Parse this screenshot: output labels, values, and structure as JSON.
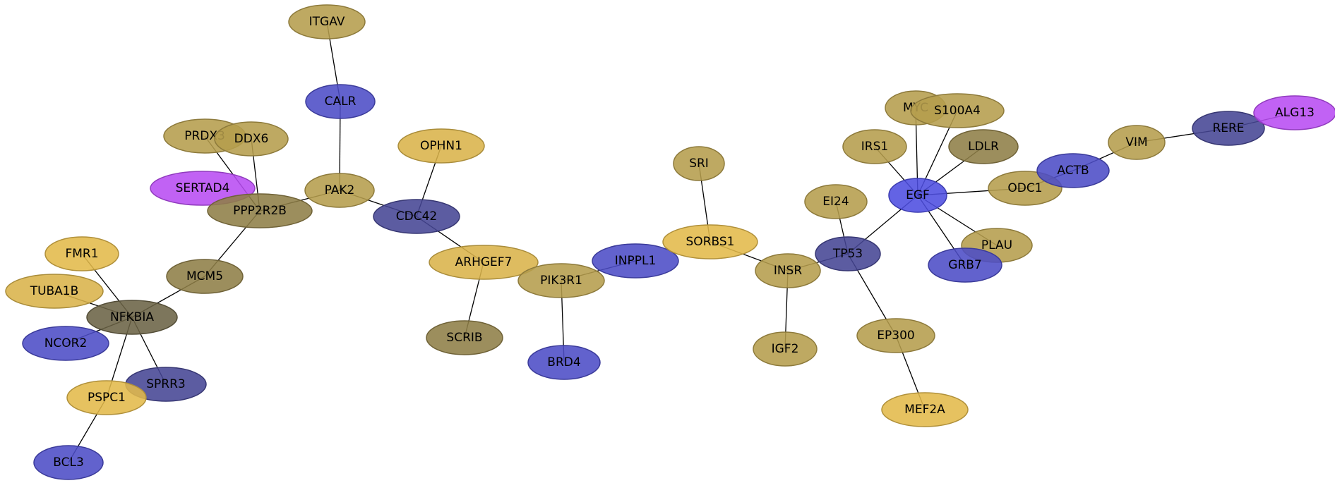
{
  "palette": {
    "gold": "#d9b34a",
    "khaki": "#b59d4c",
    "olive": "#8e7e47",
    "dark_olive": "#6b6346",
    "blue": "#4c4cc6",
    "slate_blue": "#464694",
    "bright_blue": "#4d4de0",
    "magenta": "#b84cf2",
    "yellow": "#e2b94a"
  },
  "nodes": [
    {
      "id": "ITGAV",
      "label": "ITGAV",
      "color": "khaki"
    },
    {
      "id": "CALR",
      "label": "CALR",
      "color": "blue"
    },
    {
      "id": "PRDX3",
      "label": "PRDX3",
      "color": "khaki"
    },
    {
      "id": "DDX6",
      "label": "DDX6",
      "color": "khaki"
    },
    {
      "id": "OPHN1",
      "label": "OPHN1",
      "color": "gold"
    },
    {
      "id": "SERTAD4",
      "label": "SERTAD4",
      "color": "magenta"
    },
    {
      "id": "PAK2",
      "label": "PAK2",
      "color": "khaki"
    },
    {
      "id": "PPP2R2B",
      "label": "PPP2R2B",
      "color": "olive"
    },
    {
      "id": "CDC42",
      "label": "CDC42",
      "color": "slate_blue"
    },
    {
      "id": "FMR1",
      "label": "FMR1",
      "color": "yellow"
    },
    {
      "id": "ARHGEF7",
      "label": "ARHGEF7",
      "color": "gold"
    },
    {
      "id": "MCM5",
      "label": "MCM5",
      "color": "olive"
    },
    {
      "id": "TUBA1B",
      "label": "TUBA1B",
      "color": "gold"
    },
    {
      "id": "NFKBIA",
      "label": "NFKBIA",
      "color": "dark_olive"
    },
    {
      "id": "NCOR2",
      "label": "NCOR2",
      "color": "blue"
    },
    {
      "id": "SCRIB",
      "label": "SCRIB",
      "color": "olive"
    },
    {
      "id": "PIK3R1",
      "label": "PIK3R1",
      "color": "khaki"
    },
    {
      "id": "INPPL1",
      "label": "INPPL1",
      "color": "blue"
    },
    {
      "id": "BRD4",
      "label": "BRD4",
      "color": "blue"
    },
    {
      "id": "SPRR3",
      "label": "SPRR3",
      "color": "slate_blue"
    },
    {
      "id": "PSPC1",
      "label": "PSPC1",
      "color": "yellow"
    },
    {
      "id": "BCL3",
      "label": "BCL3",
      "color": "blue"
    },
    {
      "id": "SRI",
      "label": "SRI",
      "color": "khaki"
    },
    {
      "id": "SORBS1",
      "label": "SORBS1",
      "color": "yellow"
    },
    {
      "id": "INSR",
      "label": "INSR",
      "color": "khaki"
    },
    {
      "id": "IGF2",
      "label": "IGF2",
      "color": "khaki"
    },
    {
      "id": "EI24",
      "label": "EI24",
      "color": "khaki"
    },
    {
      "id": "TP53",
      "label": "TP53",
      "color": "slate_blue"
    },
    {
      "id": "EP300",
      "label": "EP300",
      "color": "khaki"
    },
    {
      "id": "MEF2A",
      "label": "MEF2A",
      "color": "yellow"
    },
    {
      "id": "MYC",
      "label": "MYC",
      "color": "khaki"
    },
    {
      "id": "S100A4",
      "label": "S100A4",
      "color": "khaki"
    },
    {
      "id": "IRS1",
      "label": "IRS1",
      "color": "khaki"
    },
    {
      "id": "LDLR",
      "label": "LDLR",
      "color": "olive"
    },
    {
      "id": "EGF",
      "label": "EGF",
      "color": "bright_blue"
    },
    {
      "id": "ODC1",
      "label": "ODC1",
      "color": "khaki"
    },
    {
      "id": "PLAU",
      "label": "PLAU",
      "color": "khaki"
    },
    {
      "id": "GRB7",
      "label": "GRB7",
      "color": "blue"
    },
    {
      "id": "ACTB",
      "label": "ACTB",
      "color": "blue"
    },
    {
      "id": "VIM",
      "label": "VIM",
      "color": "khaki"
    },
    {
      "id": "RERE",
      "label": "RERE",
      "color": "slate_blue"
    },
    {
      "id": "ALG13",
      "label": "ALG13",
      "color": "magenta"
    }
  ],
  "edges": [
    [
      "ITGAV",
      "CALR"
    ],
    [
      "CALR",
      "PAK2"
    ],
    [
      "PAK2",
      "PPP2R2B"
    ],
    [
      "PAK2",
      "CDC42"
    ],
    [
      "PRDX3",
      "PPP2R2B"
    ],
    [
      "DDX6",
      "PPP2R2B"
    ],
    [
      "PPP2R2B",
      "MCM5"
    ],
    [
      "MCM5",
      "NFKBIA"
    ],
    [
      "FMR1",
      "NFKBIA"
    ],
    [
      "TUBA1B",
      "NFKBIA"
    ],
    [
      "NFKBIA",
      "NCOR2"
    ],
    [
      "NFKBIA",
      "SPRR3"
    ],
    [
      "NFKBIA",
      "PSPC1"
    ],
    [
      "PSPC1",
      "BCL3"
    ],
    [
      "OPHN1",
      "CDC42"
    ],
    [
      "CDC42",
      "ARHGEF7"
    ],
    [
      "ARHGEF7",
      "SCRIB"
    ],
    [
      "PIK3R1",
      "INPPL1"
    ],
    [
      "PIK3R1",
      "BRD4"
    ],
    [
      "SRI",
      "SORBS1"
    ],
    [
      "SORBS1",
      "INSR"
    ],
    [
      "INSR",
      "IGF2"
    ],
    [
      "INSR",
      "TP53"
    ],
    [
      "EI24",
      "TP53"
    ],
    [
      "TP53",
      "EP300"
    ],
    [
      "EP300",
      "MEF2A"
    ],
    [
      "TP53",
      "EGF"
    ],
    [
      "EGF",
      "MYC"
    ],
    [
      "EGF",
      "S100A4"
    ],
    [
      "EGF",
      "IRS1"
    ],
    [
      "EGF",
      "LDLR"
    ],
    [
      "EGF",
      "ODC1"
    ],
    [
      "EGF",
      "PLAU"
    ],
    [
      "EGF",
      "GRB7"
    ],
    [
      "ODC1",
      "ACTB"
    ],
    [
      "ACTB",
      "VIM"
    ],
    [
      "VIM",
      "RERE"
    ],
    [
      "RERE",
      "ALG13"
    ]
  ]
}
